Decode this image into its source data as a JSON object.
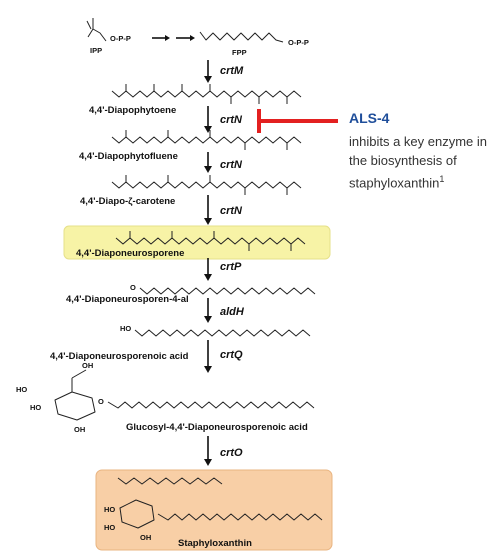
{
  "compounds": {
    "ipp": "IPP",
    "opp1": "O-P-P",
    "fpp": "FPP",
    "opp2": "O-P-P",
    "c1": "4,4'-Diapophytoene",
    "c2": "4,4'-Diapophytofluene",
    "c3": "4,4'-Diapo-ζ-carotene",
    "c4": "4,4'-Diaponeurosporene",
    "c5": "4,4'-Diaponeurosporen-4-al",
    "c6": "4,4'-Diaponeurosporenoic acid",
    "c7": "Glucosyl-4,4'-Diaponeurosporenoic acid",
    "c8": "Staphyloxanthin"
  },
  "enzymes": {
    "e1": "crtM",
    "e2": "crtN",
    "e3": "crtN",
    "e4": "crtN",
    "e5": "crtP",
    "e6": "aldH",
    "e7": "crtQ",
    "e8": "crtO"
  },
  "atoms": {
    "ho": "HO",
    "oh": "OH",
    "o": "O"
  },
  "callout": {
    "title": "ALS-4",
    "text": "inhibits a key enzyme in the biosynthesis of staphyloxanthin",
    "superscript": "1"
  },
  "colors": {
    "inhibition": "#e32020",
    "callout_title": "#1f4e9a",
    "highlight_yellow": "#f7f3a6",
    "highlight_orange": "#f8cfa6"
  }
}
